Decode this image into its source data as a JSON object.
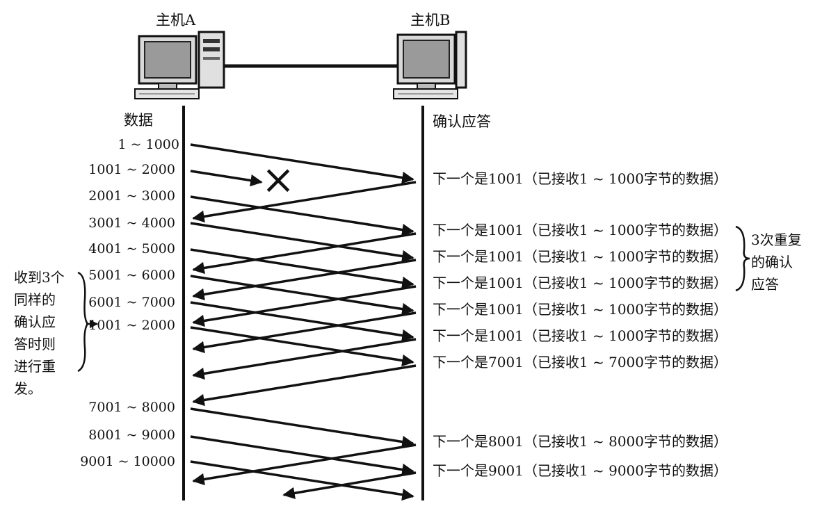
{
  "host_a": {
    "label": "主机A"
  },
  "host_b": {
    "label": "主机B"
  },
  "left_header": "数据",
  "right_header": "确认应答",
  "segments": [
    "1 ~ 1000",
    "1001 ~ 2000",
    "2001 ~ 3000",
    "3001 ~ 4000",
    "4001 ~ 5000",
    "5001 ~ 6000",
    "6001 ~ 7000",
    "1001 ~ 2000",
    "7001 ~ 8000",
    "8001 ~ 9000",
    "9001 ~ 10000"
  ],
  "acks": [
    "下一个是1001（已接收1 ~ 1000字节的数据）",
    "下一个是1001（已接收1 ~ 1000字节的数据）",
    "下一个是1001（已接收1 ~ 1000字节的数据）",
    "下一个是1001（已接收1 ~ 1000字节的数据）",
    "下一个是1001（已接收1 ~ 1000字节的数据）",
    "下一个是1001（已接收1 ~ 1000字节的数据）",
    "下一个是7001（已接收1 ~ 7000字节的数据）",
    "下一个是8001（已接收1 ~ 8000字节的数据）",
    "下一个是9001（已接收1 ~ 9000字节的数据）"
  ],
  "note_right": [
    "3次重复",
    "的确认",
    "应答"
  ],
  "note_left": [
    "收到3个",
    "同样的",
    "确认应",
    "答时则",
    "进行重",
    "发。"
  ],
  "lost_marker": "×"
}
